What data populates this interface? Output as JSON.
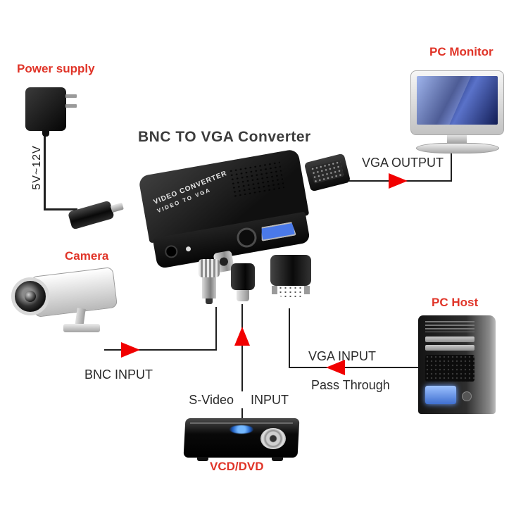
{
  "title": "BNC TO VGA Converter",
  "power": {
    "label": "Power supply",
    "voltage": "5V~12V"
  },
  "monitor": {
    "label": "PC Monitor",
    "output_label": "VGA OUTPUT"
  },
  "camera": {
    "label": "Camera",
    "input_label": "BNC INPUT"
  },
  "svideo": {
    "label_left": "S-Video",
    "label_right": "INPUT"
  },
  "dvd": {
    "label": "VCD/DVD"
  },
  "pc": {
    "label": "PC Host",
    "input_label": "VGA INPUT",
    "pass_label": "Pass Through"
  },
  "converter": {
    "face_line1": "VIDEO CONVERTER",
    "face_line2": "VIDEO TO VGA"
  },
  "colors": {
    "red_label": "#e03428",
    "line": "#1f1f1f",
    "arrow": "#f10000",
    "title": "#3c3c3c"
  }
}
